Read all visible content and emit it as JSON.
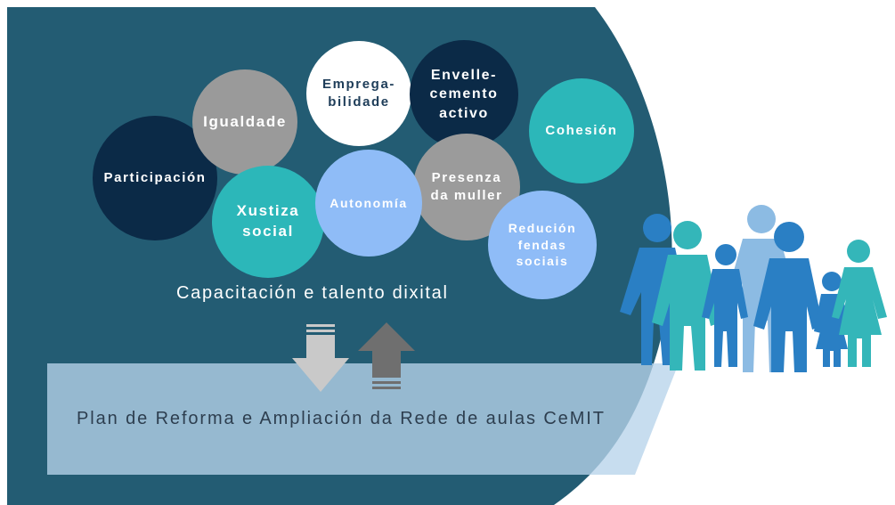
{
  "diagram": {
    "values": [
      {
        "id": "participacion",
        "label": "Participación"
      },
      {
        "id": "igualdade",
        "label": "Igualdade"
      },
      {
        "id": "empregabilidade",
        "label": "Emprega-\nbilidade"
      },
      {
        "id": "envellecemento",
        "label": "Envelle-\ncemento\nactivo"
      },
      {
        "id": "cohesion",
        "label": "Cohesión"
      },
      {
        "id": "xustiza",
        "label": "Xustiza\nsocial"
      },
      {
        "id": "autonomia",
        "label": "Autonomía"
      },
      {
        "id": "presenza",
        "label": "Presenza\nda muller"
      },
      {
        "id": "redcucion",
        "label": "Redución\nfendas\nsociais"
      }
    ],
    "tagline": "Capacitación e talento dixital",
    "plan": "Plan de Reforma e Ampliación da Rede de aulas CeMIT",
    "icons": {
      "down_arrow": "arrow-down-icon",
      "up_arrow": "arrow-up-icon",
      "people": "people-group-icon"
    },
    "colors": {
      "background_panel": "#235c73",
      "dark_circle": "#0b2a47",
      "teal_circle": "#2cb7b9",
      "grey_circle": "#9a9a9a",
      "light_blue_circle": "#8fbcf7",
      "plan_banner": "#b7d3ea",
      "people_blue": "#2a7fc4",
      "people_teal": "#34b6b9"
    }
  }
}
